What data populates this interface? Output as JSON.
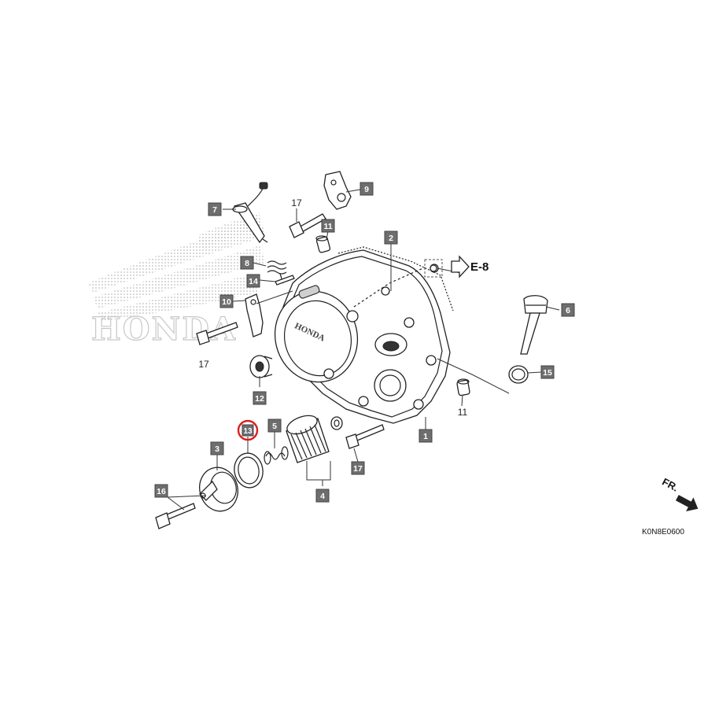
{
  "watermark": {
    "brand_text": "HONDA"
  },
  "callouts": {
    "p1": "1",
    "p2": "2",
    "p3": "3",
    "p4": "4",
    "p5": "5",
    "p6": "6",
    "p7": "7",
    "p8": "8",
    "p9": "9",
    "p10": "10",
    "p11a": "11",
    "p11b": "11",
    "p12": "12",
    "p13": "13",
    "p14": "14",
    "p15": "15",
    "p16": "16",
    "p17a": "17",
    "p17b": "17",
    "p17c": "17"
  },
  "reference": {
    "label": "E-8"
  },
  "direction": {
    "label": "FR."
  },
  "diagram_code": "K0N8E0600",
  "highlight": {
    "part": "13",
    "color": "#d9201e"
  },
  "colors": {
    "callout_box": "#6e6e6e",
    "callout_text": "#ffffff",
    "line": "#222222",
    "watermark": "#c8c8c8"
  }
}
